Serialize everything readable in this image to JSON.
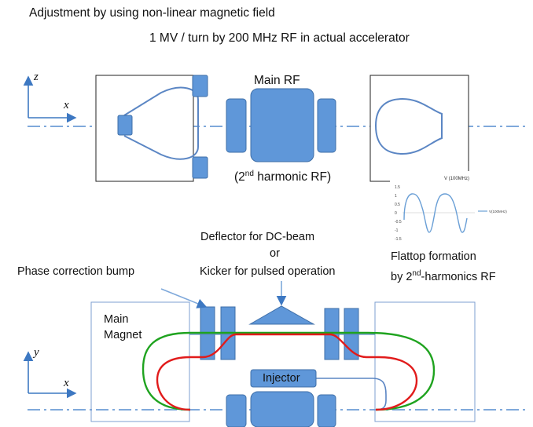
{
  "header": {
    "title": "Adjustment by using non-linear magnetic field",
    "subtitle": "1 MV / turn by 200 MHz RF in actual accelerator"
  },
  "top_view": {
    "axis_vertical": "z",
    "axis_horizontal": "x",
    "rf_label": "Main RF",
    "harmonic_prefix": "(2",
    "harmonic_sup": "nd",
    "harmonic_suffix": " harmonic RF)"
  },
  "inset_chart": {
    "title": "V (100MHz)",
    "legend": "V(100MHz)",
    "y_ticks": [
      "1.5",
      "1",
      "0.5",
      "0",
      "-0.5",
      "-1",
      "-1.5"
    ]
  },
  "annotations": {
    "deflector_line1": "Deflector for DC-beam",
    "deflector_or": "or",
    "deflector_line2": "Kicker for pulsed operation",
    "phase_bump": "Phase correction bump",
    "flattop_line1": "Flattop formation",
    "flattop_line2_prefix": "by 2",
    "flattop_line2_sup": "nd",
    "flattop_line2_suffix": "-harmonics RF"
  },
  "bottom_view": {
    "magnet_line1": "Main",
    "magnet_line2": "Magnet",
    "axis_vertical": "y",
    "axis_horizontal": "x",
    "injector_label": "Injector"
  },
  "colors": {
    "outline": "#5b86c4",
    "fill": "#5f97d9",
    "axis_arrow": "#3d78c2",
    "green_orbit": "#1fa31f",
    "red_orbit": "#e11b1b",
    "inset_curve": "#6a9fd6"
  }
}
